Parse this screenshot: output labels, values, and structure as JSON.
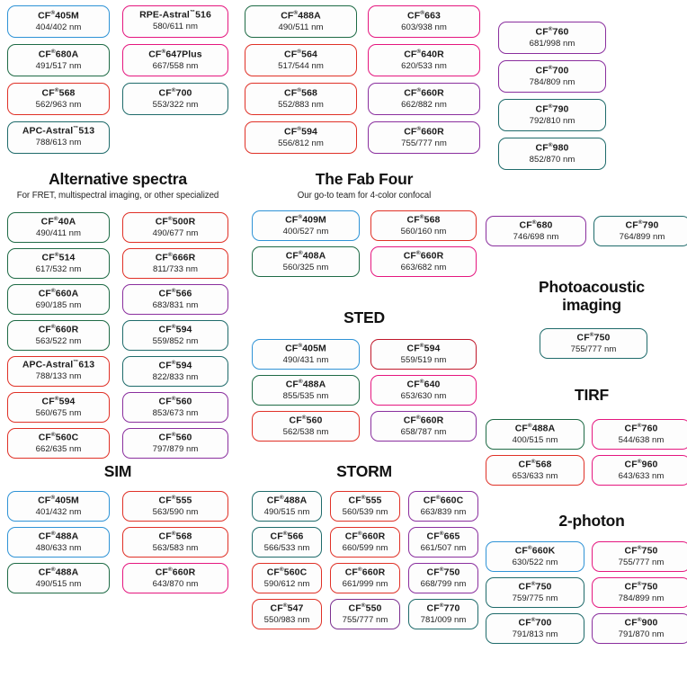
{
  "meta": {
    "registered_mark": "®",
    "trademark_mark": "™",
    "unit": "nm"
  },
  "colors": {
    "blue": "#2f93d6",
    "green": "#1f6b46",
    "red": "#e03127",
    "magenta": "#e5177f",
    "purple": "#8a2f9e",
    "teal": "#1f6b6b",
    "plum": "#7b2f8f",
    "crimson": "#c0182b"
  },
  "sections": [
    {
      "id": "top-left",
      "title": "",
      "subtitle": "",
      "panels": [
        {
          "name": "CF",
          "mark": "reg",
          "suffix": "405M",
          "value": "404/402 nm",
          "color": "blue"
        },
        {
          "name": "RPE-Astral",
          "mark": "tm",
          "suffix": "516",
          "value": "580/611 nm",
          "color": "magenta"
        },
        {
          "name": "CF",
          "mark": "reg",
          "suffix": "680A",
          "value": "491/517 nm",
          "color": "green"
        },
        {
          "name": "CF",
          "mark": "reg",
          "suffix": "647Plus",
          "value": "667/558 nm",
          "color": "magenta"
        },
        {
          "name": "CF",
          "mark": "reg",
          "suffix": "568",
          "value": "562/963 nm",
          "color": "red"
        },
        {
          "name": "CF",
          "mark": "reg",
          "suffix": "700",
          "value": "553/322 nm",
          "color": "teal"
        },
        {
          "name": "APC-Astral",
          "mark": "tm",
          "suffix": "513",
          "value": "788/613 nm",
          "color": "teal"
        }
      ]
    },
    {
      "id": "top-middle",
      "title": "",
      "subtitle": "",
      "panels": [
        {
          "name": "CF",
          "mark": "reg",
          "suffix": "488A",
          "value": "490/511 nm",
          "color": "green"
        },
        {
          "name": "CF",
          "mark": "reg",
          "suffix": "663",
          "value": "603/938 nm",
          "color": "magenta"
        },
        {
          "name": "CF",
          "mark": "reg",
          "suffix": "564",
          "value": "517/544 nm",
          "color": "red"
        },
        {
          "name": "CF",
          "mark": "reg",
          "suffix": "640R",
          "value": "620/533 nm",
          "color": "magenta"
        },
        {
          "name": "CF",
          "mark": "reg",
          "suffix": "568",
          "value": "552/883 nm",
          "color": "red"
        },
        {
          "name": "CF",
          "mark": "reg",
          "suffix": "660R",
          "value": "662/882 nm",
          "color": "purple"
        },
        {
          "name": "CF",
          "mark": "reg",
          "suffix": "594",
          "value": "556/812 nm",
          "color": "red"
        },
        {
          "name": "CF",
          "mark": "reg",
          "suffix": "660R",
          "value": "755/777 nm",
          "color": "purple"
        }
      ]
    },
    {
      "id": "top-right",
      "title": "",
      "subtitle": "",
      "panels": [
        {
          "name": "CF",
          "mark": "reg",
          "suffix": "760",
          "value": "681/998 nm",
          "color": "purple"
        },
        {
          "name": "CF",
          "mark": "reg",
          "suffix": "700",
          "value": "784/809 nm",
          "color": "purple"
        },
        {
          "name": "CF",
          "mark": "reg",
          "suffix": "790",
          "value": "792/810 nm",
          "color": "teal"
        },
        {
          "name": "CF",
          "mark": "reg",
          "suffix": "980",
          "value": "852/870 nm",
          "color": "teal"
        }
      ]
    },
    {
      "id": "alternative-spectra",
      "title": "Alternative spectra",
      "subtitle": "For FRET, multispectral imaging, or other specialized",
      "panels": [
        {
          "name": "CF",
          "mark": "reg",
          "suffix": "40A",
          "value": "490/411 nm",
          "color": "green"
        },
        {
          "name": "CF",
          "mark": "reg",
          "suffix": "500R",
          "value": "490/677 nm",
          "color": "red"
        },
        {
          "name": "CF",
          "mark": "reg",
          "suffix": "514",
          "value": "617/532 nm",
          "color": "green"
        },
        {
          "name": "CF",
          "mark": "reg",
          "suffix": "666R",
          "value": "811/733 nm",
          "color": "red"
        },
        {
          "name": "CF",
          "mark": "reg",
          "suffix": "660A",
          "value": "690/185 nm",
          "color": "green"
        },
        {
          "name": "CF",
          "mark": "reg",
          "suffix": "566",
          "value": "683/831 nm",
          "color": "purple"
        },
        {
          "name": "CF",
          "mark": "reg",
          "suffix": "660R",
          "value": "563/522 nm",
          "color": "green"
        },
        {
          "name": "CF",
          "mark": "reg",
          "suffix": "594",
          "value": "559/852 nm",
          "color": "teal"
        },
        {
          "name": "APC-Astral",
          "mark": "tm",
          "suffix": "613",
          "value": "788/133 nm",
          "color": "red"
        },
        {
          "name": "CF",
          "mark": "reg",
          "suffix": "594",
          "value": "822/833 nm",
          "color": "teal"
        },
        {
          "name": "CF",
          "mark": "reg",
          "suffix": "594",
          "value": "560/675 nm",
          "color": "red"
        },
        {
          "name": "CF",
          "mark": "reg",
          "suffix": "560",
          "value": "853/673 nm",
          "color": "purple"
        },
        {
          "name": "CF",
          "mark": "reg",
          "suffix": "560C",
          "value": "662/635 nm",
          "color": "red"
        },
        {
          "name": "CF",
          "mark": "reg",
          "suffix": "560",
          "value": "797/879 nm",
          "color": "purple"
        }
      ]
    },
    {
      "id": "the-fab-four",
      "title": "The Fab Four",
      "subtitle": "Our go-to team for 4-color confocal",
      "panels": [
        {
          "name": "CF",
          "mark": "reg",
          "suffix": "409M",
          "value": "400/527 nm",
          "color": "blue"
        },
        {
          "name": "CF",
          "mark": "reg",
          "suffix": "568",
          "value": "560/160 nm",
          "color": "red"
        },
        {
          "name": "CF",
          "mark": "reg",
          "suffix": "408A",
          "value": "560/325 nm",
          "color": "green"
        },
        {
          "name": "CF",
          "mark": "reg",
          "suffix": "660R",
          "value": "663/682 nm",
          "color": "magenta"
        }
      ]
    },
    {
      "id": "sted",
      "title": "STED",
      "subtitle": "",
      "panels": [
        {
          "name": "CF",
          "mark": "reg",
          "suffix": "405M",
          "value": "490/431 nm",
          "color": "blue"
        },
        {
          "name": "CF",
          "mark": "reg",
          "suffix": "594",
          "value": "559/519 nm",
          "color": "crimson"
        },
        {
          "name": "CF",
          "mark": "reg",
          "suffix": "488A",
          "value": "855/535 nm",
          "color": "green"
        },
        {
          "name": "CF",
          "mark": "reg",
          "suffix": "640",
          "value": "653/630 nm",
          "color": "magenta"
        },
        {
          "name": "CF",
          "mark": "reg",
          "suffix": "560",
          "value": "562/538 nm",
          "color": "red"
        },
        {
          "name": "CF",
          "mark": "reg",
          "suffix": "660R",
          "value": "658/787 nm",
          "color": "purple"
        }
      ]
    },
    {
      "id": "sim",
      "title": "SIM",
      "subtitle": "",
      "panels": [
        {
          "name": "CF",
          "mark": "reg",
          "suffix": "405M",
          "value": "401/432 nm",
          "color": "blue"
        },
        {
          "name": "CF",
          "mark": "reg",
          "suffix": "555",
          "value": "563/590 nm",
          "color": "red"
        },
        {
          "name": "CF",
          "mark": "reg",
          "suffix": "488A",
          "value": "480/633 nm",
          "color": "blue"
        },
        {
          "name": "CF",
          "mark": "reg",
          "suffix": "568",
          "value": "563/583 nm",
          "color": "red"
        },
        {
          "name": "CF",
          "mark": "reg",
          "suffix": "488A",
          "value": "490/515 nm",
          "color": "green"
        },
        {
          "name": "CF",
          "mark": "reg",
          "suffix": "660R",
          "value": "643/870 nm",
          "color": "magenta"
        }
      ]
    },
    {
      "id": "storm",
      "title": "STORM",
      "subtitle": "",
      "panels": [
        {
          "name": "CF",
          "mark": "reg",
          "suffix": "488A",
          "value": "490/515 nm",
          "color": "teal"
        },
        {
          "name": "CF",
          "mark": "reg",
          "suffix": "555",
          "value": "560/539 nm",
          "color": "red"
        },
        {
          "name": "CF",
          "mark": "reg",
          "suffix": "660C",
          "value": "663/839 nm",
          "color": "purple"
        },
        {
          "name": "CF",
          "mark": "reg",
          "suffix": "566",
          "value": "566/533 nm",
          "color": "teal"
        },
        {
          "name": "CF",
          "mark": "reg",
          "suffix": "660R",
          "value": "660/599 nm",
          "color": "red"
        },
        {
          "name": "CF",
          "mark": "reg",
          "suffix": "665",
          "value": "661/507 nm",
          "color": "purple"
        },
        {
          "name": "CF",
          "mark": "reg",
          "suffix": "560C",
          "value": "590/612 nm",
          "color": "red"
        },
        {
          "name": "CF",
          "mark": "reg",
          "suffix": "660R",
          "value": "661/999 nm",
          "color": "red"
        },
        {
          "name": "CF",
          "mark": "reg",
          "suffix": "750",
          "value": "668/799 nm",
          "color": "purple"
        },
        {
          "name": "CF",
          "mark": "reg",
          "suffix": "547",
          "value": "550/983 nm",
          "color": "red"
        },
        {
          "name": "CF",
          "mark": "reg",
          "suffix": "550",
          "value": "755/777 nm",
          "color": "plum"
        },
        {
          "name": "CF",
          "mark": "reg",
          "suffix": "770",
          "value": "781/009 nm",
          "color": "teal"
        }
      ]
    },
    {
      "id": "right-pair",
      "title": "",
      "subtitle": "",
      "panels": [
        {
          "name": "CF",
          "mark": "reg",
          "suffix": "680",
          "value": "746/698 nm",
          "color": "purple"
        },
        {
          "name": "CF",
          "mark": "reg",
          "suffix": "790",
          "value": "764/899 nm",
          "color": "teal"
        }
      ]
    },
    {
      "id": "photoacoustic-imaging",
      "title": "Photoacoustic imaging",
      "subtitle": "",
      "panels": [
        {
          "name": "CF",
          "mark": "reg",
          "suffix": "750",
          "value": "755/777 nm",
          "color": "teal"
        }
      ]
    },
    {
      "id": "tirf",
      "title": "TIRF",
      "subtitle": "",
      "panels": [
        {
          "name": "CF",
          "mark": "reg",
          "suffix": "488A",
          "value": "400/515 nm",
          "color": "green"
        },
        {
          "name": "CF",
          "mark": "reg",
          "suffix": "760",
          "value": "544/638 nm",
          "color": "magenta"
        },
        {
          "name": "CF",
          "mark": "reg",
          "suffix": "568",
          "value": "653/633 nm",
          "color": "red"
        },
        {
          "name": "CF",
          "mark": "reg",
          "suffix": "960",
          "value": "643/633 nm",
          "color": "magenta"
        }
      ]
    },
    {
      "id": "two-photon",
      "title": "2-photon",
      "subtitle": "",
      "panels": [
        {
          "name": "CF",
          "mark": "reg",
          "suffix": "660K",
          "value": "630/522 nm",
          "color": "blue"
        },
        {
          "name": "CF",
          "mark": "reg",
          "suffix": "750",
          "value": "755/777 nm",
          "color": "magenta"
        },
        {
          "name": "CF",
          "mark": "reg",
          "suffix": "750",
          "value": "759/775 nm",
          "color": "teal"
        },
        {
          "name": "CF",
          "mark": "reg",
          "suffix": "750",
          "value": "784/899 nm",
          "color": "magenta"
        },
        {
          "name": "CF",
          "mark": "reg",
          "suffix": "700",
          "value": "791/813 nm",
          "color": "teal"
        },
        {
          "name": "CF",
          "mark": "reg",
          "suffix": "900",
          "value": "791/870 nm",
          "color": "purple"
        }
      ]
    }
  ],
  "headings": {
    "alternative_spectra": {
      "title": "Alternative spectra",
      "subtitle": "For FRET, multispectral imaging, or other specialized"
    },
    "the_fab_four": {
      "title": "The Fab Four",
      "subtitle": "Our go-to team for 4-color confocal"
    },
    "sted": {
      "title": "STED",
      "subtitle": ""
    },
    "sim": {
      "title": "SIM",
      "subtitle": ""
    },
    "storm": {
      "title": "STORM",
      "subtitle": ""
    },
    "photoacoustic_line1": "Photoacoustic",
    "photoacoustic_line2": "imaging",
    "tirf": {
      "title": "TIRF",
      "subtitle": ""
    },
    "two_photon": {
      "title": "2-photon",
      "subtitle": ""
    }
  }
}
